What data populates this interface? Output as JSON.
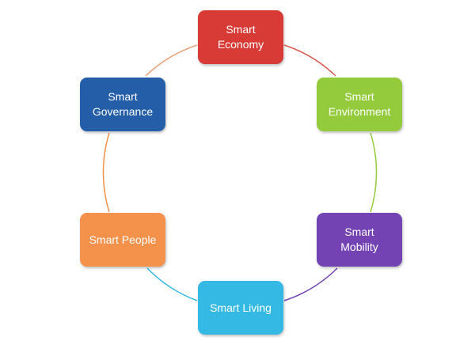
{
  "diagram": {
    "nodes": [
      {
        "id": "economy",
        "label": "Smart\nEconomy",
        "color": "#d83a35"
      },
      {
        "id": "environment",
        "label": "Smart\nEnvironment",
        "color": "#93cb3d"
      },
      {
        "id": "mobility",
        "label": "Smart\nMobility",
        "color": "#7443b3"
      },
      {
        "id": "living",
        "label": "Smart Living",
        "color": "#33b9e3"
      },
      {
        "id": "people",
        "label": "Smart People",
        "color": "#f4914a"
      },
      {
        "id": "governance",
        "label": "Smart\nGovernance",
        "color": "#245ea9"
      }
    ],
    "ring_colors": [
      "#d8594f",
      "#93cb3d",
      "#7443b3",
      "#33b9e3",
      "#f4914a",
      "#e8a37a"
    ]
  }
}
